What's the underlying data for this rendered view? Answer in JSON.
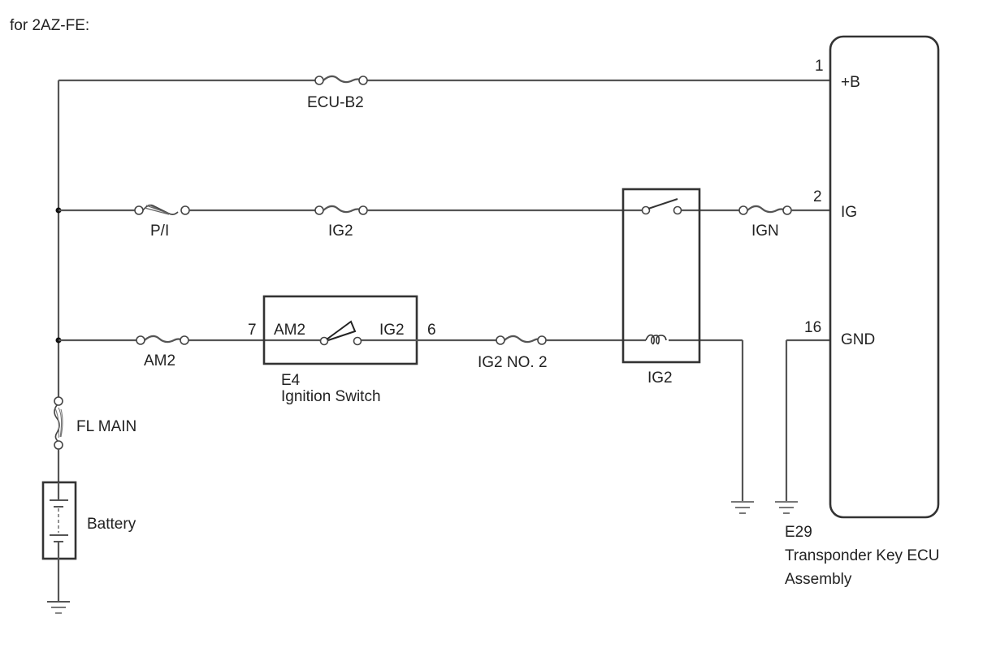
{
  "title": "for 2AZ-FE:",
  "fuses": {
    "ecu_b2": "ECU-B2",
    "p_i": "P/I",
    "ig2": "IG2",
    "ign": "IGN",
    "am2": "AM2",
    "ig2_no2": "IG2 NO. 2",
    "fl_main": "FL MAIN"
  },
  "ignition_switch": {
    "code": "E4",
    "name": "Ignition Switch",
    "pin_in": "7",
    "pin_in_label": "AM2",
    "pin_out": "6",
    "pin_out_label": "IG2"
  },
  "relay": {
    "name": "IG2"
  },
  "battery": {
    "label": "Battery"
  },
  "ecu": {
    "code": "E29",
    "name_line1": "Transponder Key ECU",
    "name_line2": "Assembly",
    "pins": [
      {
        "number": "1",
        "label": "+B"
      },
      {
        "number": "2",
        "label": "IG"
      },
      {
        "number": "16",
        "label": "GND"
      }
    ]
  }
}
